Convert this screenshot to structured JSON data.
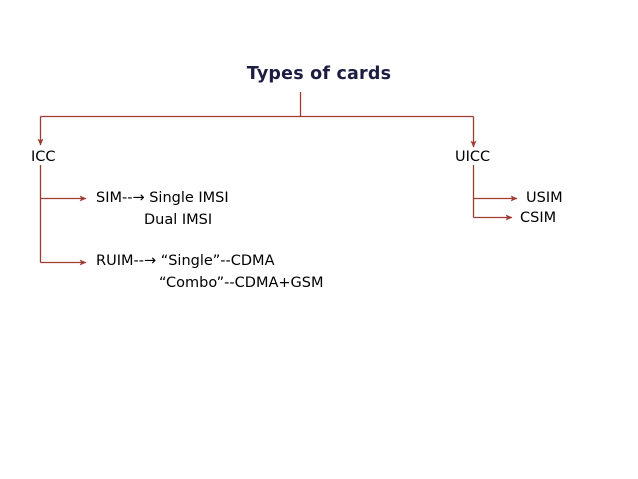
{
  "slide": {
    "title": "Types of cards",
    "title_color": "#1d1d42",
    "background_color": "#ffffff",
    "connector_color": "#9e3b32",
    "text_color": "#000000"
  },
  "diagram": {
    "type": "tree",
    "root": "Types of cards",
    "branches": [
      {
        "id": "icc",
        "label": "ICC",
        "children": [
          {
            "id": "sim",
            "label": "SIM--→ Single IMSI",
            "continuation": "Dual IMSI"
          },
          {
            "id": "ruim",
            "label": "RUIM--→ “Single”--CDMA",
            "continuation": "“Combo”--CDMA+GSM"
          }
        ]
      },
      {
        "id": "uicc",
        "label": "UICC",
        "children": [
          {
            "id": "usim",
            "label": "USIM",
            "continuation": ""
          },
          {
            "id": "csim",
            "label": "CSIM",
            "continuation": ""
          }
        ]
      }
    ]
  },
  "labels": {
    "icc": "ICC",
    "uicc": "UICC",
    "sim": "SIM--→ Single IMSI",
    "dual_imsi": "Dual IMSI",
    "ruim": "RUIM--→ “Single”--CDMA",
    "combo": "“Combo”--CDMA+GSM",
    "usim": "USIM",
    "csim": "CSIM"
  }
}
